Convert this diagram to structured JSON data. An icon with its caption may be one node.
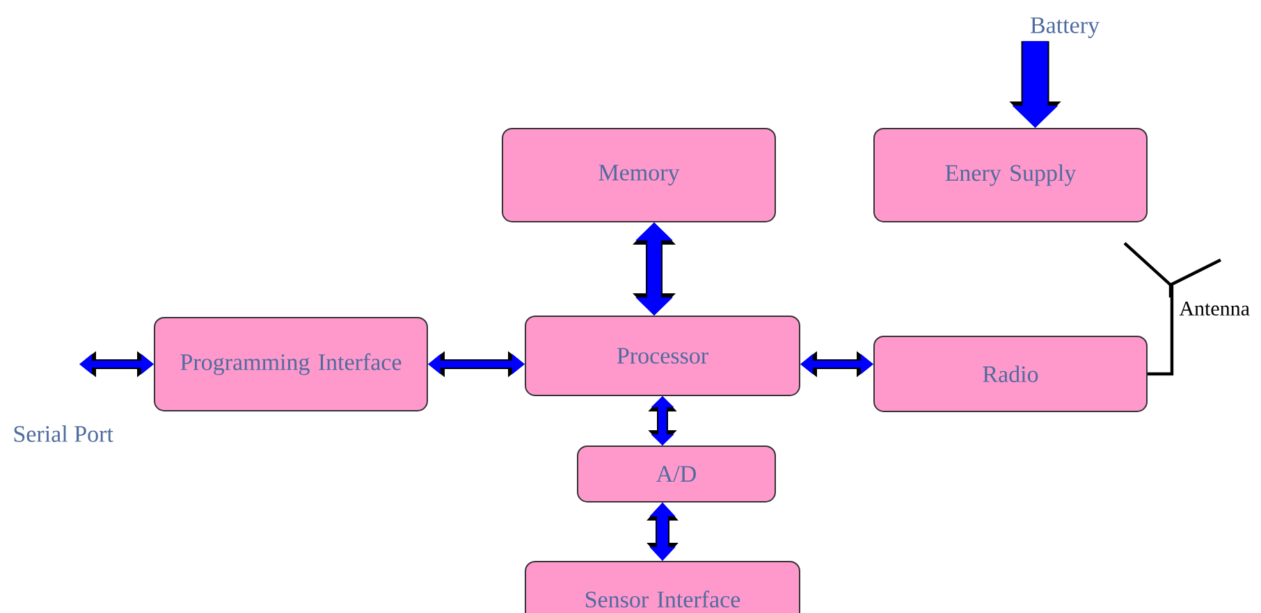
{
  "diagram": {
    "nodes": [
      {
        "text": [
          "Battery"
        ]
      },
      {
        "text": [
          "Enery Supply"
        ]
      },
      {
        "text": [
          "Memory"
        ]
      },
      {
        "text": [
          "Programming Interface"
        ]
      },
      {
        "text": [
          "Processor"
        ]
      },
      {
        "text": [
          "Radio"
        ]
      },
      {
        "text": [
          "A/D"
        ]
      },
      {
        "text": [
          "Sensor Interface"
        ]
      },
      {
        "text": [],
        "shape": "antenna",
        "beside": [
          "Antenna"
        ]
      }
    ],
    "edges": [
      {
        "from": 0,
        "to": 1,
        "arrow": "to",
        "style": "thick"
      },
      {
        "from": 2,
        "to": 4,
        "arrow": "both",
        "style": "thick"
      },
      {
        "from": 3,
        "to": 4,
        "arrow": "both"
      },
      {
        "from": 4,
        "to": 5,
        "arrow": "both"
      },
      {
        "from": 4,
        "to": 6,
        "arrow": "both"
      },
      {
        "from": 6,
        "to": 7,
        "arrow": "both"
      },
      {
        "from": null,
        "to": 3,
        "arrow": "both"
      },
      {
        "from": 5,
        "to": 8,
        "arrow": "none",
        "color": "#000000"
      }
    ],
    "labels": [
      "Serial Port"
    ]
  }
}
